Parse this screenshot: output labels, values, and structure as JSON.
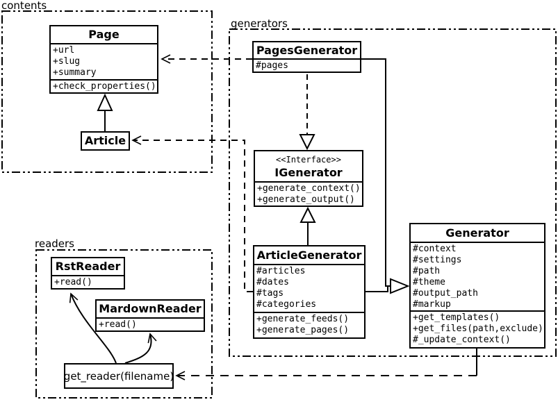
{
  "diagram_title": "UML class diagram",
  "colors": {
    "line": "#000000",
    "background": "#ffffff",
    "box_fill": "#ffffff"
  },
  "packages": {
    "contents": {
      "label": "contents"
    },
    "generators": {
      "label": "generators"
    },
    "readers": {
      "label": "readers"
    }
  },
  "classes": {
    "page": {
      "title": "Page",
      "attributes": [
        "+url",
        "+slug",
        "+summary"
      ],
      "methods": [
        "+check_properties()"
      ]
    },
    "article": {
      "title": "Article"
    },
    "pages_generator": {
      "title": "PagesGenerator",
      "attributes": [
        "#pages"
      ]
    },
    "igenerator": {
      "stereotype": "<<Interface>>",
      "title": "IGenerator",
      "methods": [
        "+generate_context()",
        "+generate_output()"
      ]
    },
    "article_generator": {
      "title": "ArticleGenerator",
      "attributes": [
        "#articles",
        "#dates",
        "#tags",
        "#categories"
      ],
      "methods": [
        "+generate_feeds()",
        "+generate_pages()"
      ]
    },
    "generator": {
      "title": "Generator",
      "attributes": [
        "#context",
        "#settings",
        "#path",
        "#theme",
        "#output_path",
        "#markup"
      ],
      "methods": [
        "+get_templates()",
        "+get_files(path,exclude)",
        "#_update_context()"
      ]
    },
    "rst_reader": {
      "title": "RstReader",
      "methods": [
        "+read()"
      ]
    },
    "mardown_reader": {
      "title": "MardownReader",
      "methods": [
        "+read()"
      ]
    },
    "get_reader": {
      "title": "get_reader(filename)"
    }
  },
  "relationships": [
    {
      "type": "generalization",
      "from": "Article",
      "to": "Page"
    },
    {
      "type": "realization",
      "from": "PagesGenerator",
      "to": "IGenerator"
    },
    {
      "type": "generalization",
      "from": "ArticleGenerator",
      "to": "IGenerator"
    },
    {
      "type": "generalization",
      "from": "PagesGenerator",
      "to": "Generator"
    },
    {
      "type": "generalization",
      "from": "ArticleGenerator",
      "to": "Generator"
    },
    {
      "type": "dependency",
      "from": "PagesGenerator",
      "to": "Page"
    },
    {
      "type": "dependency",
      "from": "ArticleGenerator",
      "to": "Article"
    },
    {
      "type": "dependency",
      "from": "Generator",
      "to": "get_reader(filename)"
    },
    {
      "type": "arrow",
      "from": "get_reader(filename)",
      "to": "RstReader"
    },
    {
      "type": "arrow",
      "from": "get_reader(filename)",
      "to": "MardownReader"
    }
  ]
}
